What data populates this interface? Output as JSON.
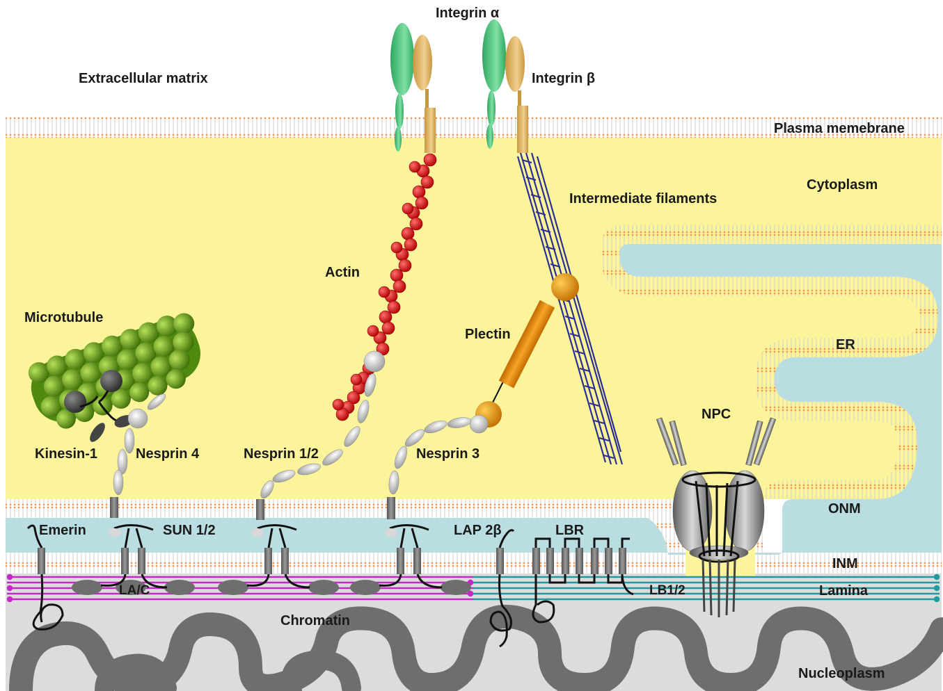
{
  "labels": {
    "integrin_alpha": "Integrin α",
    "integrin_beta": "Integrin β",
    "extracellular_matrix": "Extracellular matrix",
    "plasma_membrane": "Plasma memebrane",
    "cytoplasm": "Cytoplasm",
    "intermediate_filaments": "Intermediate filaments",
    "actin": "Actin",
    "microtubule": "Microtubule",
    "plectin": "Plectin",
    "er": "ER",
    "npc": "NPC",
    "kinesin": "Kinesin-1",
    "nesprin4": "Nesprin 4",
    "nesprin12": "Nesprin 1/2",
    "nesprin3": "Nesprin 3",
    "onm": "ONM",
    "emerin": "Emerin",
    "sun12": "SUN 1/2",
    "lap2b": "LAP 2β",
    "lbr": "LBR",
    "inm": "INM",
    "lac": "LA/C",
    "lb12": "LB1/2",
    "lamina": "Lamina",
    "chromatin": "Chromatin",
    "nucleoplasm": "Nucleoplasm"
  },
  "colors": {
    "cytoplasm": "#fbf49a",
    "perinuclear_space": "#b9dde0",
    "membrane_band": "#e4e4e4",
    "lipid_head": "#f39a5a",
    "nucleoplasm": "#dcdcdc",
    "chromatin": "#6e6e6e",
    "lamin_ac": "#c428c8",
    "lamin_b": "#21999f",
    "actin": "#dd0d0d",
    "intermediate_filament": "#2a2e95",
    "microtubule": "#6da319",
    "plectin": "#e98c10",
    "integrin_alpha": "#3fbf73",
    "integrin_beta": "#ddb066"
  }
}
